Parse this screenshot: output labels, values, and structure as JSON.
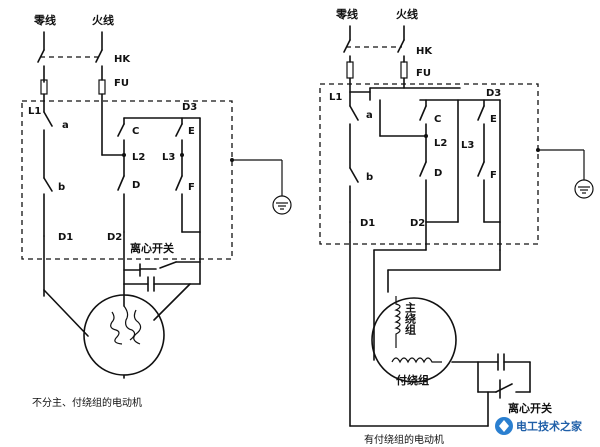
{
  "left": {
    "neutral": "零线",
    "live": "火线",
    "hk": "HK",
    "fu": "FU",
    "L1": "L1",
    "a": "a",
    "b": "b",
    "D1": "D1",
    "C": "C",
    "L2": "L2",
    "D": "D",
    "D2": "D2",
    "D3": "D3",
    "E": "E",
    "L3": "L3",
    "F": "F",
    "centrifugal": "离心开关",
    "caption": "不分主、付绕组的电动机"
  },
  "right": {
    "neutral": "零线",
    "live": "火线",
    "hk": "HK",
    "fu": "FU",
    "L1": "L1",
    "a": "a",
    "b": "b",
    "D1": "D1",
    "C": "C",
    "L2": "L2",
    "D": "D",
    "D2": "D2",
    "D3": "D3",
    "E": "E",
    "L3": "L3",
    "F": "F",
    "main_winding": "主绕组",
    "aux_winding": "付绕组",
    "centrifugal": "离心开关",
    "caption": "有付绕组的电动机"
  },
  "watermark": "电工技术之家"
}
